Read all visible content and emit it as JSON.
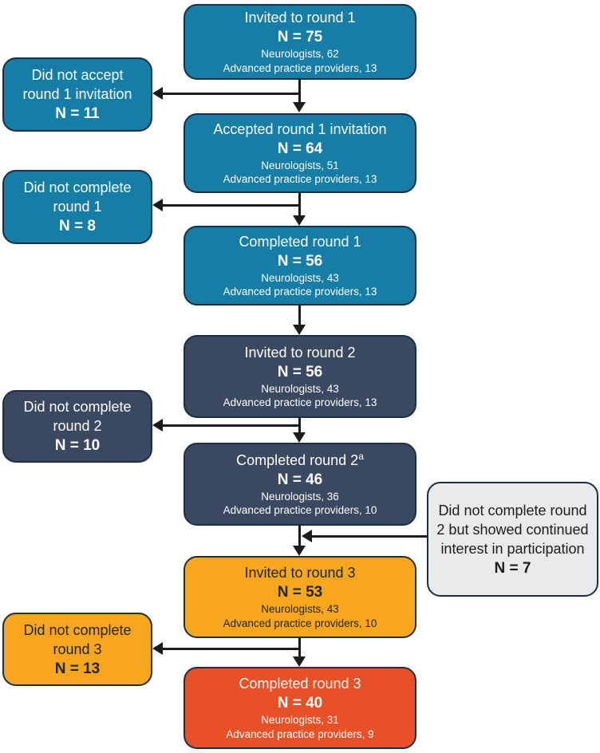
{
  "diagram_type": "participant-flow-chart",
  "colors": {
    "teal": "#167DA6",
    "navy": "#3B4861",
    "orange": "#F8A61B",
    "red": "#E85028",
    "grey": "#E8EAEC",
    "box_border": "#1A2E44",
    "connector": "#1c1c1c",
    "text_light": "#ffffff",
    "text_dark": "#20262E"
  },
  "main_flow": [
    {
      "title": "Invited to round 1",
      "sup": "",
      "n": "N = 75",
      "detail1": "Neurologists, 62",
      "detail2": "Advanced practice providers, 13",
      "color": "teal"
    },
    {
      "title": "Accepted round 1 invitation",
      "sup": "",
      "n": "N = 64",
      "detail1": "Neurologists, 51",
      "detail2": "Advanced practice providers, 13",
      "color": "teal"
    },
    {
      "title": "Completed round 1",
      "sup": "",
      "n": "N = 56",
      "detail1": "Neurologists, 43",
      "detail2": "Advanced practice providers, 13",
      "color": "teal"
    },
    {
      "title": "Invited to round 2",
      "sup": "",
      "n": "N = 56",
      "detail1": "Neurologists, 43",
      "detail2": "Advanced practice providers, 13",
      "color": "navy"
    },
    {
      "title": "Completed round 2",
      "sup": "a",
      "n": "N = 46",
      "detail1": "Neurologists, 36",
      "detail2": "Advanced practice providers, 10",
      "color": "navy"
    },
    {
      "title": "Invited to round 3",
      "sup": "",
      "n": "N = 53",
      "detail1": "Neurologists, 43",
      "detail2": "Advanced practice providers, 10",
      "color": "orange"
    },
    {
      "title": "Completed round 3",
      "sup": "",
      "n": "N = 40",
      "detail1": "Neurologists, 31",
      "detail2": "Advanced practice providers, 9",
      "color": "red"
    }
  ],
  "dropout_boxes": [
    {
      "title": "Did not accept round 1 invitation",
      "n": "N = 11",
      "color": "teal"
    },
    {
      "title": "Did not complete round 1",
      "n": "N = 8",
      "color": "teal"
    },
    {
      "title": "Did not complete round 2",
      "n": "N = 10",
      "color": "navy"
    },
    {
      "title": "Did not complete round 3",
      "n": "N = 13",
      "color": "orange"
    }
  ],
  "rejoin_box": {
    "title": "Did not complete round 2 but showed continued interest in participation",
    "n": "N = 7",
    "color": "grey"
  }
}
